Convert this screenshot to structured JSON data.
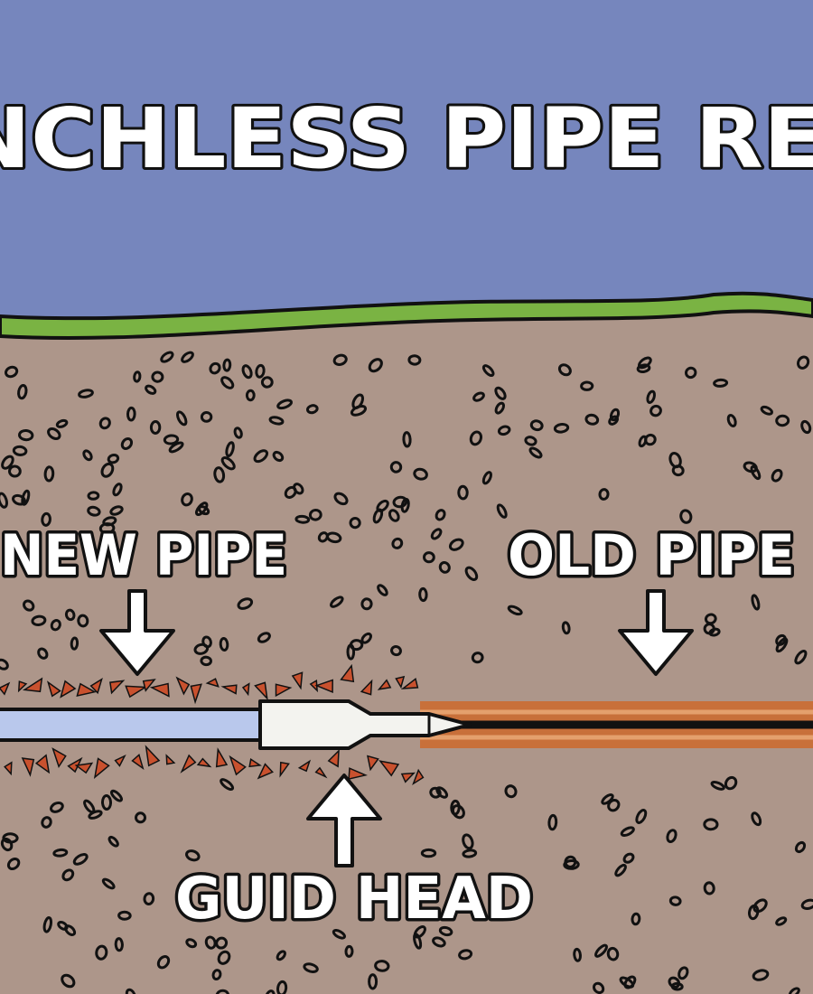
{
  "title": "NCHLESS PIPE RE",
  "labels": {
    "new_pipe": "NEW PIPE",
    "old_pipe": "OLD PIPE",
    "guide_head": "GUID HEAD"
  },
  "colors": {
    "sky": "#7686bd",
    "grass": "#7ab343",
    "soil": "#ad968a",
    "pebble_outline": "#111111",
    "new_pipe": "#b9c8ec",
    "old_pipe": "#c8703a",
    "guide_head": "#f3f3ef",
    "debris": "#c9512e"
  },
  "icons": {
    "new_pipe_arrow": "arrow-down-icon",
    "old_pipe_arrow": "arrow-down-icon",
    "guide_head_arrow": "arrow-up-icon"
  }
}
